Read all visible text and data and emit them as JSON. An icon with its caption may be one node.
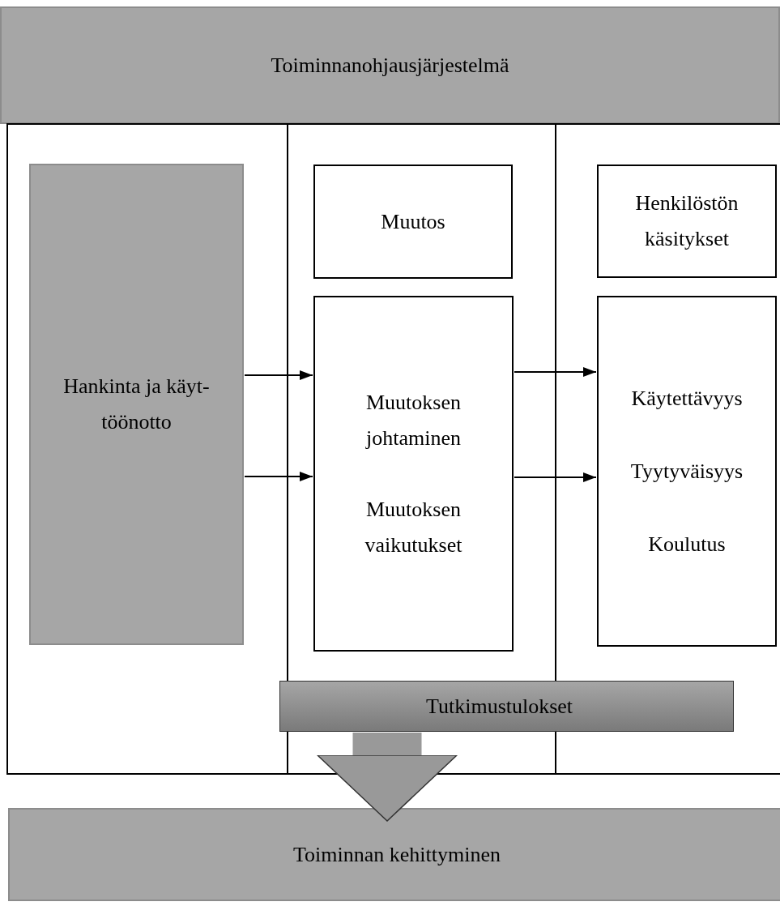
{
  "diagram": {
    "nodes": [
      {
        "text": [
          "Toiminnanohjausjärjestelmä"
        ]
      },
      {
        "text": [],
        "shape": "box"
      },
      {
        "text": [
          "Hankinta ja käyt- töönotto"
        ],
        "in": 1
      },
      {
        "text": [
          "Muutos"
        ],
        "in": 1
      },
      {
        "text": [
          "Muutoksen johtaminen",
          "Muutoksen vaikutukset"
        ],
        "in": 1
      },
      {
        "text": [
          "Henkilöstön käsitykset"
        ],
        "in": 1
      },
      {
        "text": [
          "Käytettävyys",
          "Tyytyväisyys",
          "Koulutus"
        ],
        "in": 1
      },
      {
        "text": [
          "Tutkimustulokset"
        ],
        "in": 1
      },
      {
        "text": [
          "Toiminnan kehittyminen"
        ]
      }
    ],
    "edges": [
      {
        "from": 2,
        "to": 4,
        "arrow": "to"
      },
      {
        "from": 2,
        "to": 4,
        "arrow": "to"
      },
      {
        "from": 4,
        "to": 6,
        "arrow": "to"
      },
      {
        "from": 4,
        "to": 6,
        "arrow": "to"
      },
      {
        "from": 7,
        "to": 8,
        "arrow": "to",
        "style": "thick",
        "color": "#999999"
      }
    ]
  }
}
